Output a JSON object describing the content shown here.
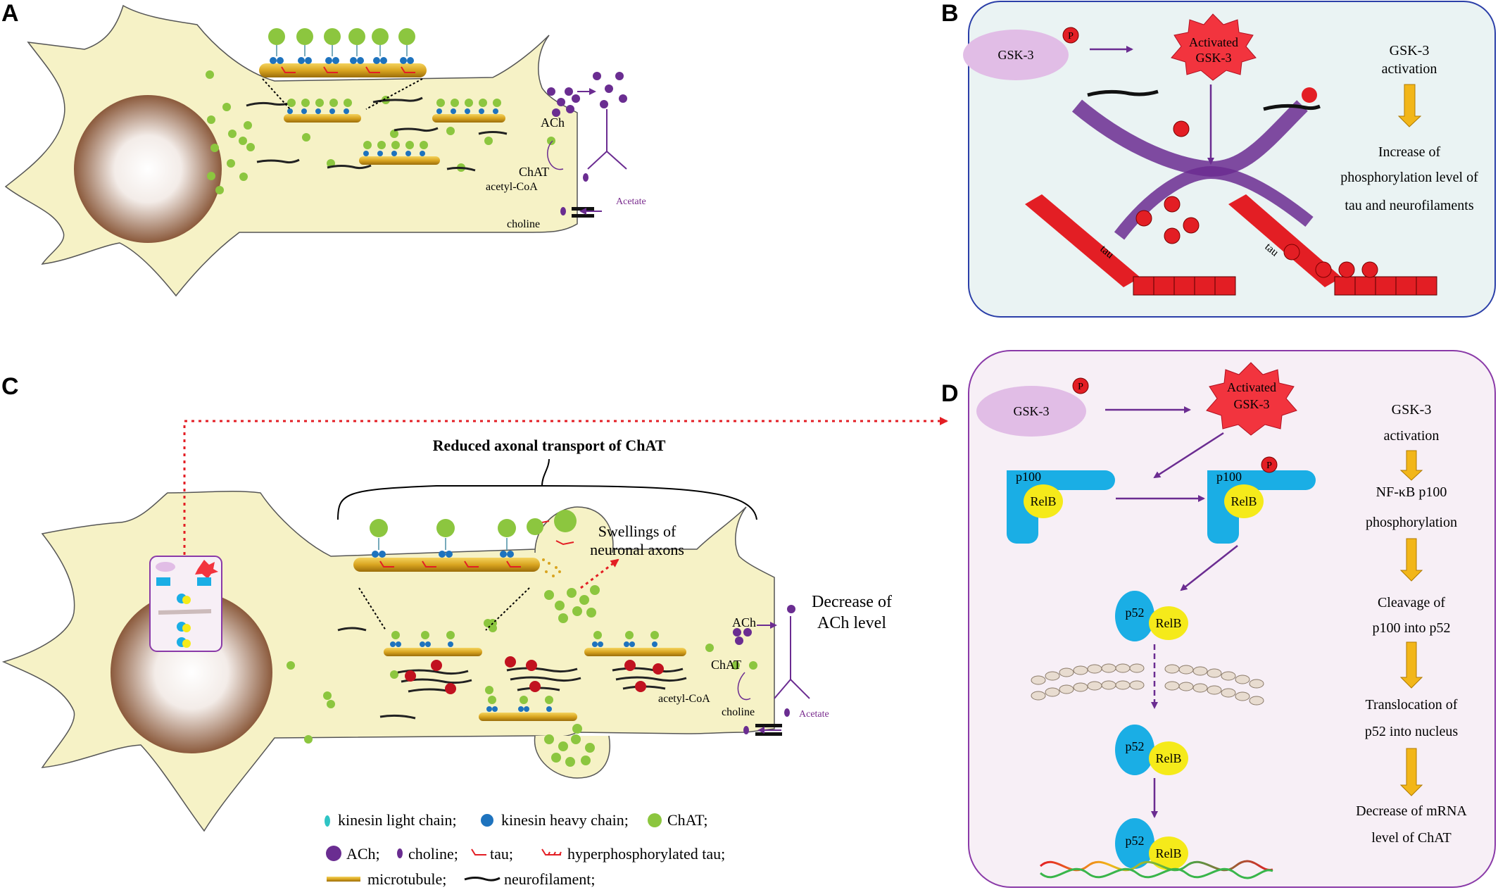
{
  "panels": {
    "a": "A",
    "b": "B",
    "c": "C",
    "d": "D"
  },
  "panel_a": {
    "ach": "ACh",
    "chat": "ChAT",
    "acetyl_coa": "acetyl-CoA",
    "choline": "choline",
    "acetate": "Acetate"
  },
  "panel_b": {
    "gsk3": "GSK-3",
    "activated_line1": "Activated",
    "activated_line2": "GSK-3",
    "p": "P",
    "tau": "tau",
    "steps": [
      [
        "GSK-3",
        "activation"
      ],
      [
        "Increase of",
        "phosphorylation level of",
        "tau and neurofilaments"
      ]
    ]
  },
  "panel_c": {
    "reduced_transport": "Reduced axonal transport of ChAT",
    "swellings_line1": "Swellings of",
    "swellings_line2": "neuronal axons",
    "decrease_line1": "Decrease of",
    "decrease_line2": "ACh level",
    "ach": "ACh",
    "chat": "ChAT",
    "acetyl_coa": "acetyl-CoA",
    "choline": "choline",
    "acetate": "Acetate"
  },
  "legend": {
    "kinesin_light": "kinesin light chain;",
    "kinesin_heavy": "kinesin heavy chain;",
    "chat": "ChAT;",
    "ach": "ACh;",
    "choline": "choline;",
    "tau": "tau;",
    "hyper_tau": "hyperphosphorylated tau;",
    "microtubule": "microtubule;",
    "neurofilament": "neurofilament;"
  },
  "panel_d": {
    "gsk3": "GSK-3",
    "activated_line1": "Activated",
    "activated_line2": "GSK-3",
    "p": "P",
    "p100": "p100",
    "relb": "RelB",
    "p52": "p52",
    "steps": [
      [
        "GSK-3",
        "activation"
      ],
      [
        "NF-κB p100",
        "phosphorylation"
      ],
      [
        "Cleavage of",
        "p100 into p52"
      ],
      [
        "Translocation of",
        "p52 into nucleus"
      ],
      [
        "Decrease of mRNA",
        "level of ChAT"
      ]
    ]
  },
  "colors": {
    "cell": "#f6f2c6",
    "nucleus": "#8b5a3c",
    "chat_green": "#8cc63f",
    "ach_purple": "#6a2d91",
    "kinesin_blue": "#1e73be",
    "microtubule": "#d9a520",
    "tau_red": "#e31e24",
    "panel_b_bg": "#eaf3f3",
    "panel_b_border": "#2b3fa8",
    "panel_d_bg": "#f7eff6",
    "panel_d_border": "#8a3aa8",
    "step_arrow": "#f2b619",
    "arrow_purple": "#6b2c91",
    "relb_yellow": "#f5ea1a",
    "p100_blue": "#1aaee5"
  }
}
